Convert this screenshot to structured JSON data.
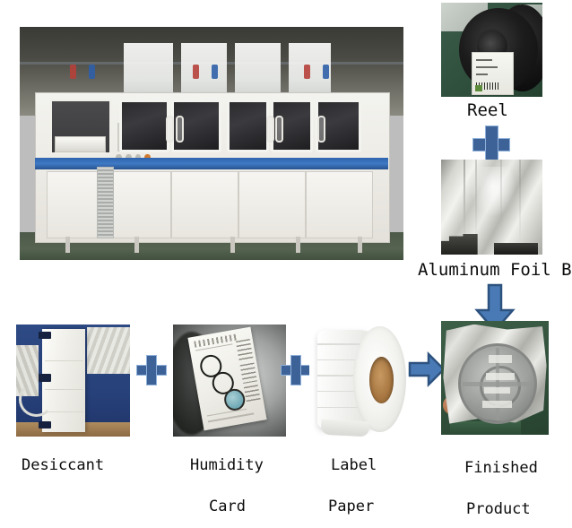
{
  "diagram": {
    "title_present": false,
    "accent_color": "#3d6298",
    "arrow_fill": "#4a7ab5",
    "arrow_stroke": "#2d527f",
    "plus_fill": "#3d6298",
    "plus_stroke": "#8fb1da",
    "background": "#ffffff"
  },
  "photos": {
    "machine": {
      "name": "packaging-machine",
      "alt": "Automatic reel packaging machine"
    },
    "reel": {
      "name": "reel",
      "alt": "Black component reel with label on green table"
    },
    "foil_bag": {
      "name": "aluminum-foil-bag",
      "alt": "Silver aluminum foil bag"
    },
    "desiccant": {
      "name": "desiccant",
      "alt": "White desiccant packs on blue tray"
    },
    "humidity_card": {
      "name": "humidity-card",
      "alt": "Humidity indicator card with three circles"
    },
    "label_paper": {
      "name": "label-paper",
      "alt": "Roll of blank white label paper"
    },
    "finished_product": {
      "name": "finished-product",
      "alt": "Reel sealed inside aluminum foil bag"
    }
  },
  "labels": {
    "reel": "Reel",
    "aluminum_foil_bag": "Aluminum Foil Ba",
    "desiccant": "Desiccant",
    "humidity_card_line1": "Humidity",
    "humidity_card_line2": "Card",
    "label_paper_line1": "Label",
    "label_paper_line2": "Paper",
    "finished_line1": "Finished",
    "finished_line2": "Product"
  },
  "connectors": {
    "plus_reel_foil": "+",
    "plus_desiccant_humidity": "+",
    "plus_humidity_label": "+",
    "arrow_label_to_finished": "→",
    "arrow_foil_to_finished": "↓"
  }
}
